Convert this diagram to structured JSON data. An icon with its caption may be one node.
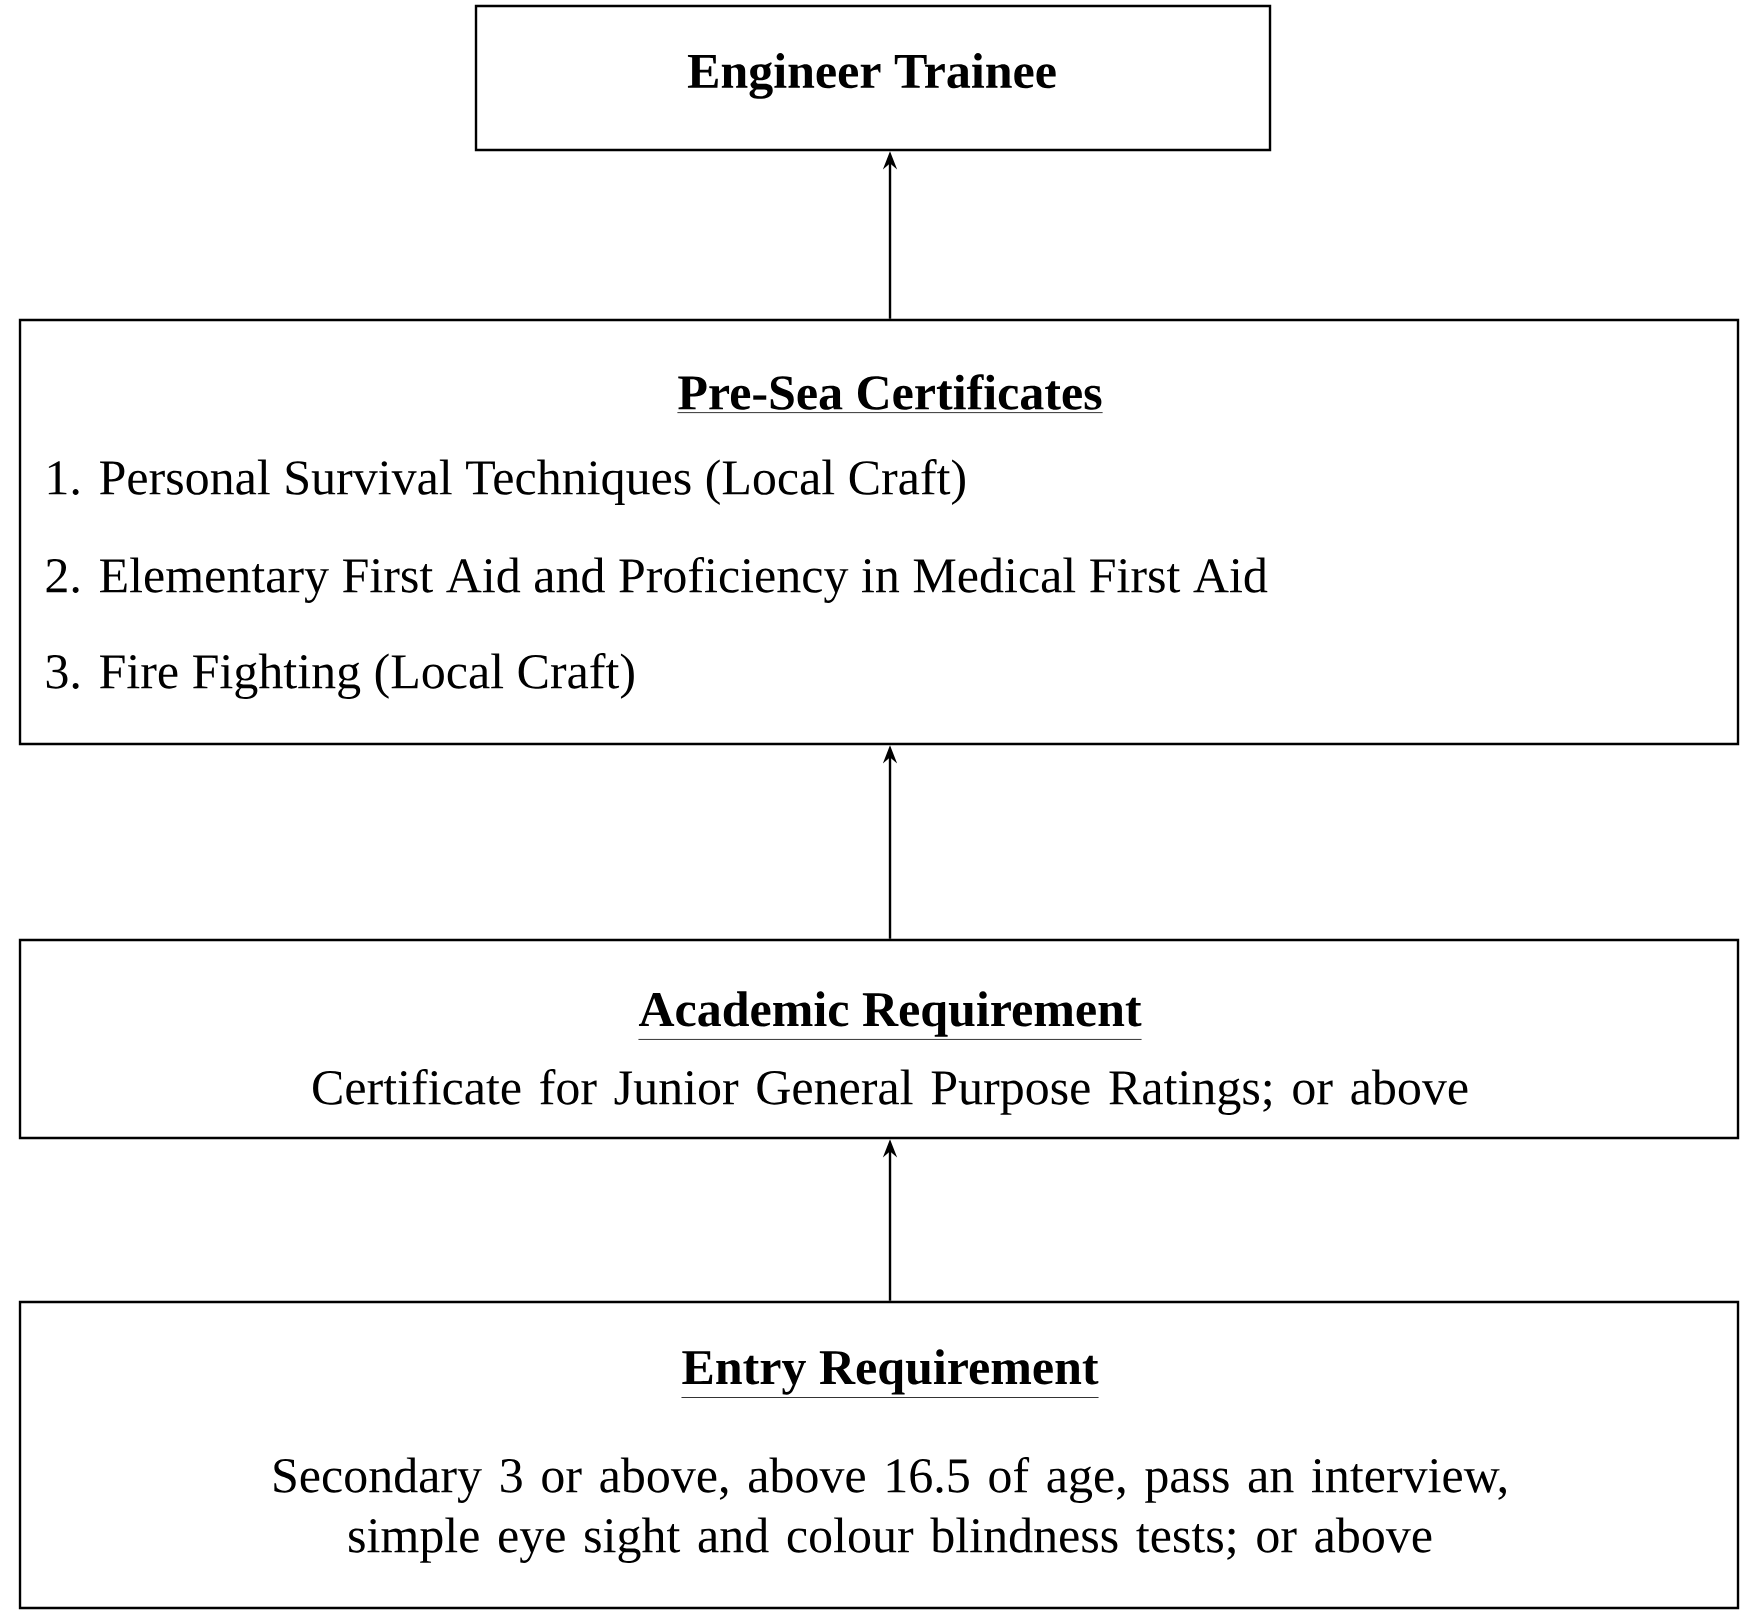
{
  "diagram": {
    "nodes": [
      {
        "text": [
          "Engineer Trainee"
        ]
      },
      {
        "text": [
          "Pre-Sea Certificates",
          "1. Personal Survival Techniques (Local Craft)",
          "2. Elementary First Aid and Proficiency in Medical First Aid",
          "3. Fire Fighting (Local Craft)"
        ]
      },
      {
        "text": [
          "Academic Requirement",
          "Certificate for Junior General Purpose Ratings; or above"
        ]
      },
      {
        "text": [
          "Entry Requirement",
          "Secondary 3 or above, above 16.5 of age, pass an interview, simple eye sight and colour blindness tests; or above"
        ]
      }
    ],
    "edges": [
      {
        "from": 1,
        "to": 0,
        "arrow": "to"
      },
      {
        "from": 2,
        "to": 1,
        "arrow": "to"
      },
      {
        "from": 3,
        "to": 2,
        "arrow": "to"
      }
    ]
  }
}
